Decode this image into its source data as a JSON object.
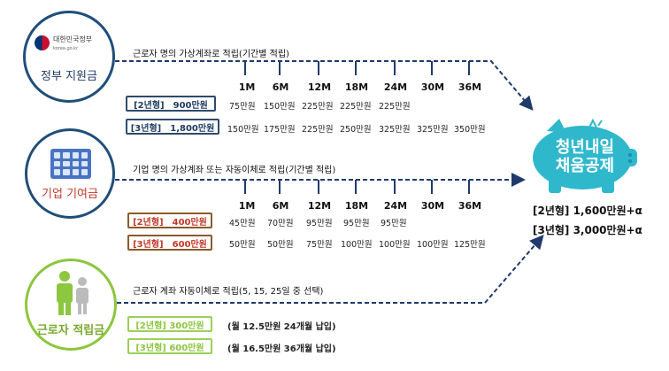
{
  "government": {
    "logo_korean": "대한민국정부",
    "logo_url": "korea.go.kr",
    "label": "정부 지원금",
    "section_title": "근로자 명의 가상계좌로 적립(기간별 적립)"
  },
  "employer": {
    "label": "기업 기여금",
    "section_title": "기업 명의 가상계좌 또는 자동이체로 적립(기간별 적립)"
  },
  "worker": {
    "label": "근로자 적립금",
    "section_title": "근로자 계좌 자동이체로 적립(5, 15, 25일 중 선택)"
  },
  "months": [
    "1M",
    "6M",
    "12M",
    "18M",
    "24M",
    "30M",
    "36M"
  ],
  "gov_plans": [
    {
      "type": "[2년형]",
      "total": "900만원",
      "amounts": [
        "75만원",
        "150만원",
        "225만원",
        "225만원",
        "225만원"
      ]
    },
    {
      "type": "[3년형]",
      "total": "1,800만원",
      "amounts": [
        "150만원",
        "175만원",
        "225만원",
        "250만원",
        "325만원",
        "325만원",
        "350만원"
      ]
    }
  ],
  "emp_plans": [
    {
      "type": "[2년형]",
      "total": "400만원",
      "amounts": [
        "45만원",
        "70만원",
        "95만원",
        "95만원",
        "95만원"
      ]
    },
    {
      "type": "[3년형]",
      "total": "600만원",
      "amounts": [
        "50만원",
        "50만원",
        "75만원",
        "100만원",
        "100만원",
        "100만원",
        "125만원"
      ]
    }
  ],
  "worker_plans": [
    {
      "label": "[2년형] 300만원",
      "note": "(월 12.5만원 24개월 납입)"
    },
    {
      "label": "[3년형] 600만원",
      "note": "(월 16.5만원 36개월 납입)"
    }
  ],
  "piggy": {
    "line1": "청년내일",
    "line2": "채움공제"
  },
  "totals": [
    "[2년형] 1,600만원+α",
    "[3년형] 3,000만원+α"
  ],
  "colors": {
    "navy": "#1f4e79",
    "green": "#8dc63f",
    "red": "#c0392b",
    "teal": "#2fb8cc"
  }
}
